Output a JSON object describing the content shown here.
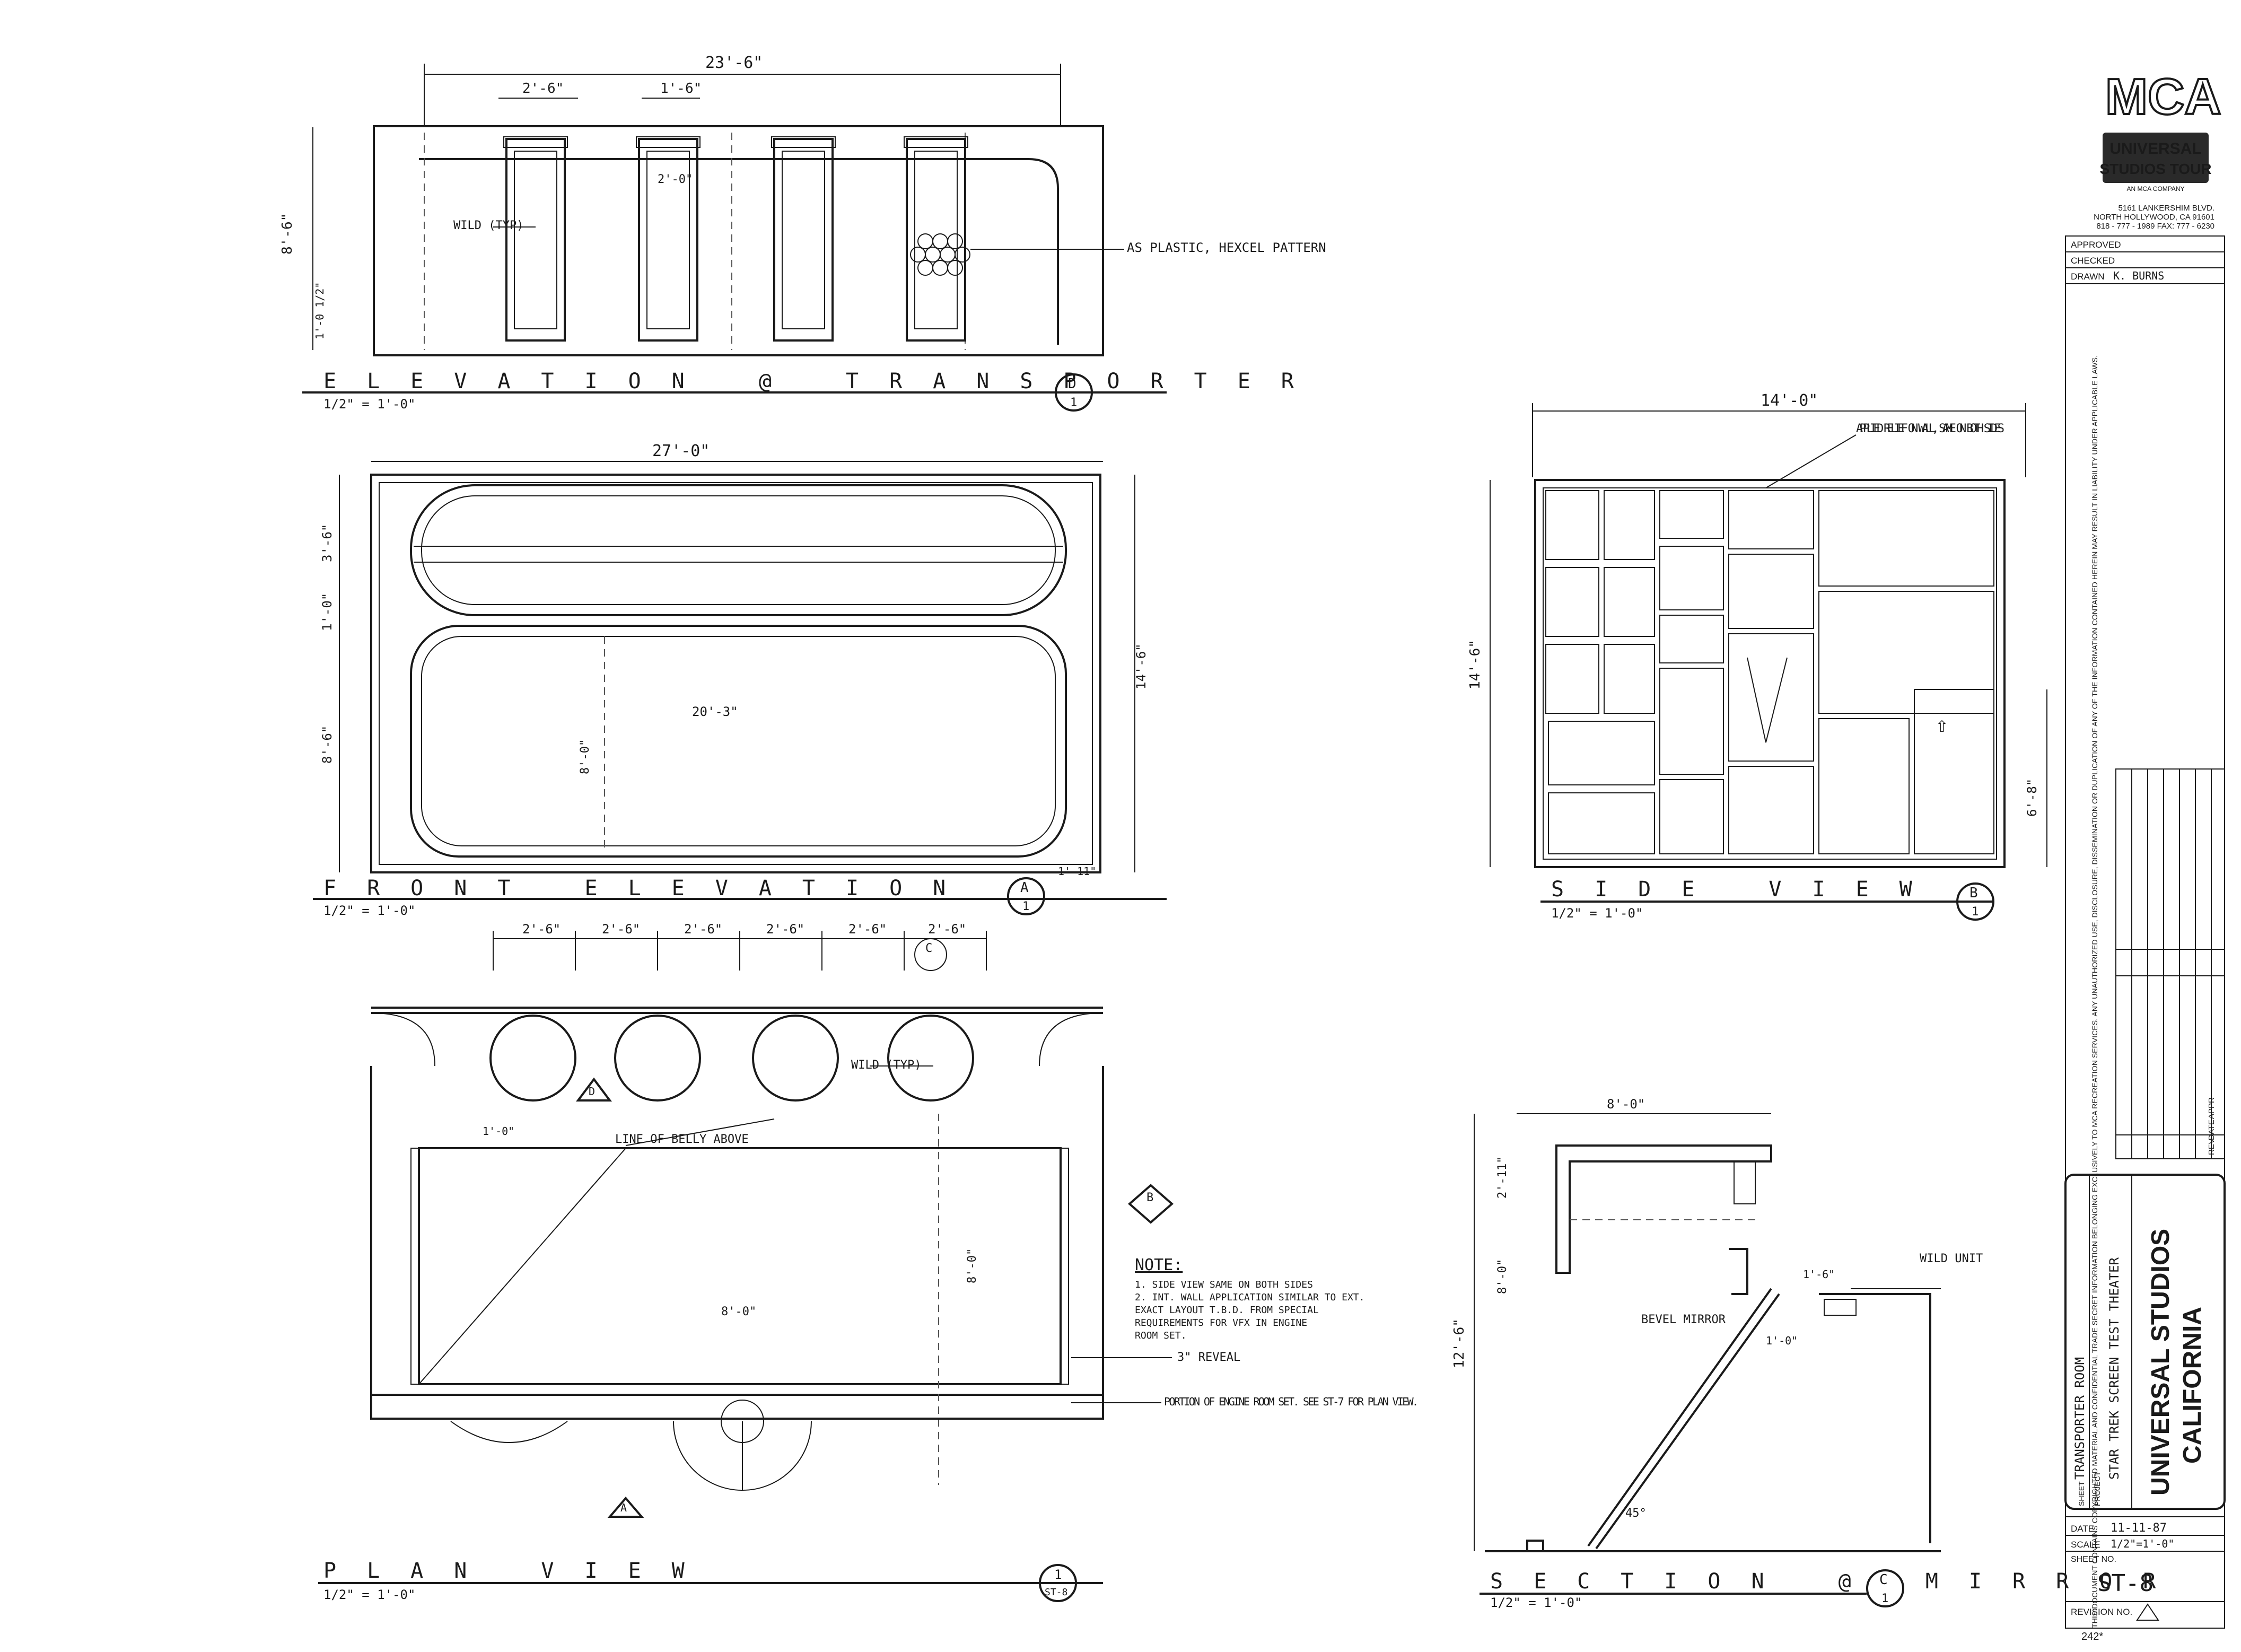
{
  "views": {
    "transporter": {
      "title": "ELEVATION @ TRANSPORTER",
      "scale": "1/2\" = 1'-0\"",
      "callout_letter": "D",
      "callout_sheet": "1",
      "dims": {
        "overall": "23'-6\"",
        "w1": "2'-6\"",
        "w2": "1'-6\"",
        "w3": "2'-0\"",
        "height": "8'-6\"",
        "base": "1'-0 1/2\""
      },
      "notes": {
        "wild": "WILD (TYP)",
        "plastic": "AS PLASTIC, HEXCEL PATTERN"
      }
    },
    "front": {
      "title": "FRONT ELEVATION",
      "scale": "1/2\" = 1'-0\"",
      "callout_letter": "A",
      "callout_sheet": "1",
      "dims": {
        "overall": "27'-0\"",
        "upper": "3'-6\"",
        "mid": "1'-0\"",
        "lower": "8'-6\"",
        "inner_w": "20'-3\"",
        "inner_h": "8'-0\"",
        "total_h": "14'-6\"",
        "edge": "1'-11\""
      }
    },
    "side": {
      "title": "SIDE VIEW",
      "scale": "1/2\" = 1'-0\"",
      "callout_letter": "B",
      "callout_sheet": "1",
      "dims": {
        "overall_w": "14'-0\"",
        "overall_h": "14'-6\"",
        "door_h": "6'-8\""
      },
      "notes": {
        "relief": "APPLIED RELIEF ON WALL, SAME ON BOTH SIDES"
      }
    },
    "plan": {
      "title": "PLAN VIEW",
      "scale": "1/2\" = 1'-0\"",
      "callout_letter": "1",
      "callout_sheet": "ST-8",
      "dims": {
        "d1": "2'-6\"",
        "d2": "2'-6\"",
        "d3": "2'-6\"",
        "d4": "2'-6\"",
        "d5": "2'-6\"",
        "d6": "2'-6\"",
        "depth": "8'-0\"",
        "width": "8'-0\"",
        "soffit": "1'-0\""
      },
      "notes": {
        "wild": "WILD (TYP)",
        "line": "LINE OF BELLY ABOVE",
        "reveal": "3\" REVEAL",
        "engine": "PORTION OF ENGINE ROOM SET. SEE ST-7 FOR PLAN VIEW."
      },
      "note_block": {
        "heading": "NOTE:",
        "lines": [
          "1. SIDE VIEW SAME ON BOTH SIDES",
          "2. INT. WALL APPLICATION SIMILAR TO EXT.",
          "  EXACT LAYOUT T.B.D. FROM SPECIAL",
          "  REQUIREMENTS FOR VFX IN ENGINE",
          "  ROOM SET."
        ]
      }
    },
    "mirror": {
      "title": "SECTION @ MIRROR",
      "scale": "1/2\" = 1'-0\"",
      "callout_letter": "C",
      "callout_sheet": "1",
      "dims": {
        "top": "8'-0\"",
        "h1": "2'-11\"",
        "h2": "8'-0\"",
        "total": "12'-6\"",
        "mir": "1'-0\"",
        "offset": "1'-6\""
      },
      "notes": {
        "wild": "WILD UNIT",
        "mirror": "BEVEL MIRROR",
        "angle": "45°"
      }
    }
  },
  "title_block": {
    "logo": "MCA",
    "badge_line1": "UNIVERSAL",
    "badge_line2": "STUDIOS TOUR",
    "badge_sub": "AN MCA COMPANY",
    "address1": "5161 LANKERSHIM BLVD.",
    "address2": "NORTH HOLLYWOOD, CA 91601",
    "phone": "818 - 777 - 1989   FAX: 777 - 6230",
    "approved": "APPROVED",
    "checked": "CHECKED",
    "drawn": "DRAWN",
    "drawn_by": "K. BURNS",
    "rev": "REV",
    "date": "DATE",
    "appr": "APPR",
    "sheet_label": "SHEET",
    "sheet_value": "TRANSPORTER ROOM",
    "project_label": "PROJECT",
    "project_value": "STAR TREK SCREEN TEST THEATER",
    "studio_line1": "UNIVERSAL STUDIOS",
    "studio_line2": "CALIFORNIA",
    "date_label": "DATE",
    "date_value": "11-11-87",
    "scale_label": "SCALE",
    "scale_value": "1/2\"=1'-0\"",
    "sheetno_label": "SHEET NO.",
    "sheetno_value": "ST-8",
    "revision_label": "REVISION NO.",
    "footer_no": "242*",
    "legal": "THIS DOCUMENT CONTAINS COPYRIGHTED MATERIAL AND CONFIDENTIAL TRADE SECRET INFORMATION BELONGING EXCLUSIVELY TO MCA RECREATION SERVICES.  ANY UNAUTHORIZED USE, DISCLOSURE, DISSEMINATION OR DUPLICATION OF ANY OF THE INFORMATION CONTAINED HEREIN MAY RESULT IN LIABILITY UNDER APPLICABLE LAWS."
  }
}
